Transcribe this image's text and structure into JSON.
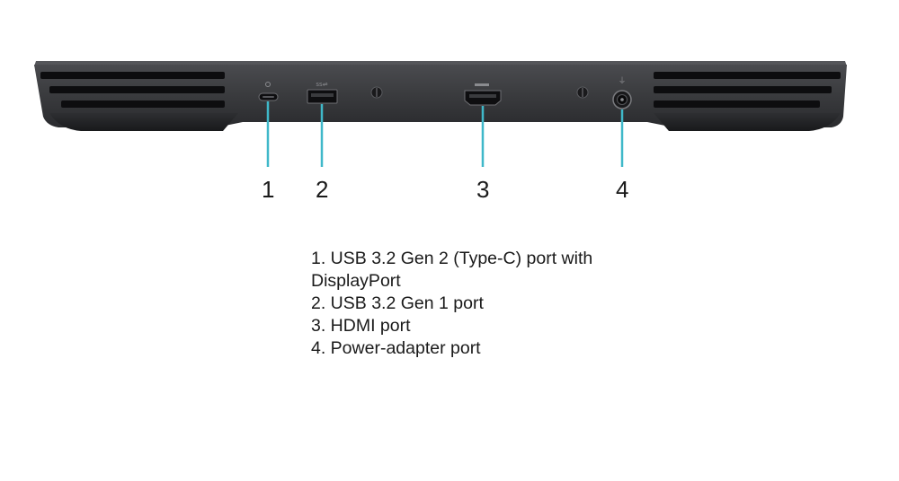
{
  "callouts": [
    {
      "number": "1",
      "port": "usb-c"
    },
    {
      "number": "2",
      "port": "usb-a"
    },
    {
      "number": "3",
      "port": "hdmi"
    },
    {
      "number": "4",
      "port": "power-adapter"
    }
  ],
  "legend": [
    [
      "1. USB 3.2 Gen 2 (Type-C) port with",
      "DisplayPort"
    ],
    [
      "2. USB 3.2 Gen 1 port"
    ],
    [
      "3. HDMI port"
    ],
    [
      "4. Power-adapter port"
    ]
  ],
  "colors": {
    "chassis": "#3b3c3f",
    "chassis_dark": "#222326",
    "vent_slot": "#0d0d0f",
    "callout_line": "#3fb8c9",
    "text": "#1a1a1a"
  },
  "icons": [
    "usb-c-port-icon",
    "usb-a-port-icon",
    "hdmi-port-icon",
    "power-port-icon",
    "screw-icon",
    "vent-grille"
  ]
}
